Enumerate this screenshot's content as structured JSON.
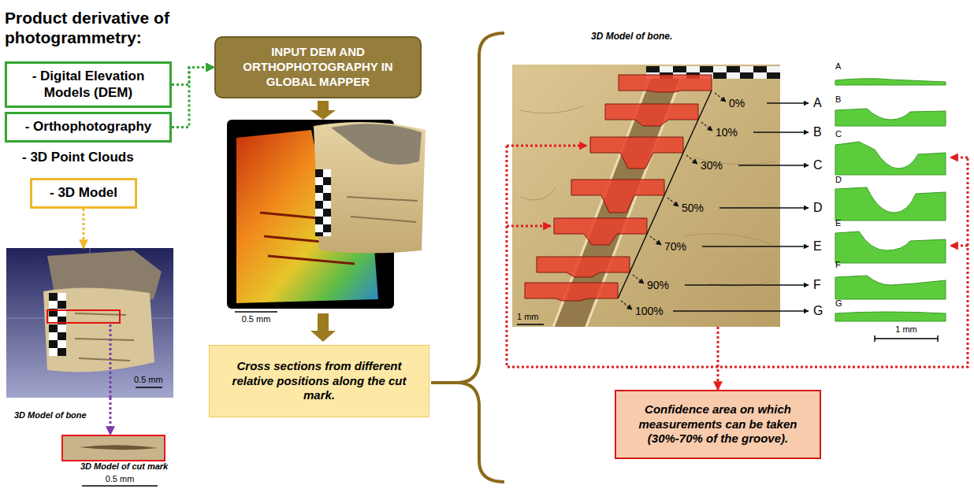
{
  "diagram": {
    "title": "Product derivative of photogrammetry:",
    "nodes": [
      {
        "text": [
          "- Digital Elevation Models (DEM)"
        ]
      },
      {
        "text": [
          "- Orthophotography"
        ]
      },
      {
        "text": [
          "- 3D Model"
        ]
      },
      {
        "text": [
          "3D Model of bone"
        ]
      },
      {
        "text": [
          "3D Model of cut mark"
        ]
      },
      {
        "text": [
          "INPUT DEM AND ORTHOPHOTOGRAPHY IN GLOBAL MAPPER"
        ]
      },
      {
        "text": [
          "Cross sections from different relative positions along the cut mark."
        ]
      },
      {
        "text": [
          "3D Model of bone."
        ]
      },
      {
        "text": [
          "Confidence area on which measurements can be taken (30%-70% of the groove)."
        ]
      }
    ],
    "edges": [
      {
        "from": 0,
        "to": 5,
        "arrow": "to"
      },
      {
        "from": 1,
        "to": 5,
        "arrow": "to"
      },
      {
        "from": 2,
        "to": 3,
        "arrow": "to"
      },
      {
        "from": 3,
        "to": 4,
        "arrow": "to"
      },
      {
        "from": 7,
        "to": 8,
        "arrow": "to"
      }
    ],
    "labels": [
      "- 3D Point Clouds",
      "0.5 mm",
      "0.5 mm",
      "0.5 mm",
      "1 mm",
      "0%",
      "10%",
      "30%",
      "50%",
      "70%",
      "90%",
      "100%",
      "A",
      "B",
      "C",
      "D",
      "E",
      "F",
      "G",
      "A",
      "B",
      "C",
      "D",
      "E",
      "F",
      "G",
      "1 mm"
    ]
  }
}
